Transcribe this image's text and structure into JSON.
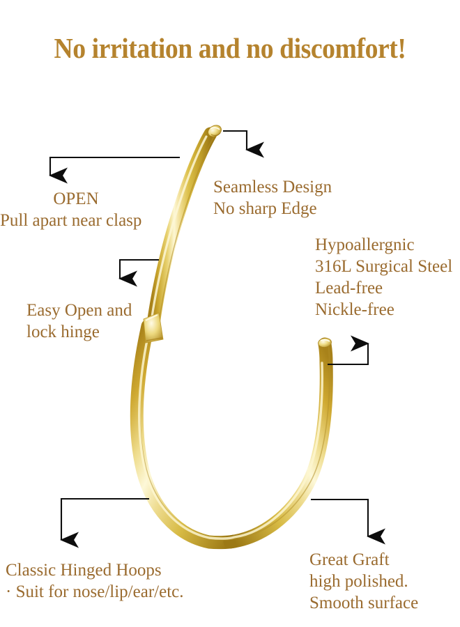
{
  "page": {
    "title": "No irritation and no discomfort!",
    "background_color": "#ffffff",
    "title_color": "#b5832e",
    "text_color": "#9a6b2f",
    "arrow_color": "#0d0d0d",
    "product": "gold hinged segment hoop ring"
  },
  "callouts": {
    "open": {
      "line1": "OPEN",
      "line2": "Pull apart near clasp"
    },
    "seamless": {
      "line1": "Seamless Design",
      "line2": "No sharp Edge"
    },
    "hypoallergenic": {
      "line1": "Hypoallergnic",
      "line2": "316L Surgical Steel",
      "line3": "Lead-free",
      "line4": "Nickle-free"
    },
    "hinge": {
      "line1": "Easy Open and",
      "line2": "lock hinge"
    },
    "classic": {
      "line1": "Classic Hinged Hoops",
      "line2": "· Suit for nose/lip/ear/etc."
    },
    "graft": {
      "line1": "Great Graft",
      "line2": "high polished.",
      "line3": "Smooth surface"
    }
  },
  "product_colors": {
    "gold_dark": "#b08a1c",
    "gold_mid": "#e2c348",
    "gold_light": "#f7ecb4",
    "gold_shadow": "#9c7a18",
    "gold_highlight": "#fffbe6"
  }
}
